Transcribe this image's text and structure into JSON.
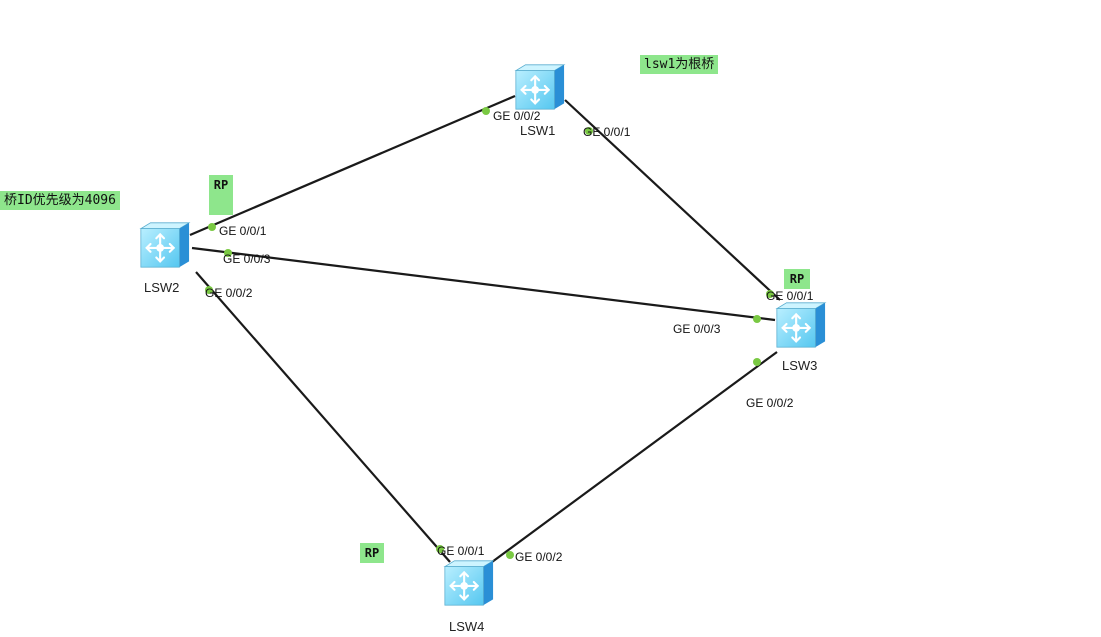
{
  "colors": {
    "link": "#1a1a1a",
    "port_dot": "#7ac943",
    "note_bg": "#8ee68c",
    "switch_face": "#7fd8f7"
  },
  "notes": {
    "root_bridge": "lsw1为根桥",
    "bridge_priority": "桥ID优先级为4096"
  },
  "devices": {
    "lsw1": {
      "name": "LSW1",
      "icon": "switch-icon"
    },
    "lsw2": {
      "name": "LSW2",
      "icon": "switch-icon"
    },
    "lsw3": {
      "name": "LSW3",
      "icon": "switch-icon"
    },
    "lsw4": {
      "name": "LSW4",
      "icon": "switch-icon"
    }
  },
  "ports": {
    "lsw1_g2": "GE 0/0/2",
    "lsw1_g1": "GE 0/0/1",
    "lsw2_g1": "GE 0/0/1",
    "lsw2_g3": "GE 0/0/3",
    "lsw2_g2": "GE 0/0/2",
    "lsw3_g1": "GE 0/0/1",
    "lsw3_g3": "GE 0/0/3",
    "lsw3_g2": "GE 0/0/2",
    "lsw4_g1": "GE 0/0/1",
    "lsw4_g2": "GE 0/0/2"
  },
  "rp_labels": {
    "lsw2": "RP",
    "lsw3": "RP",
    "lsw4": "RP"
  }
}
